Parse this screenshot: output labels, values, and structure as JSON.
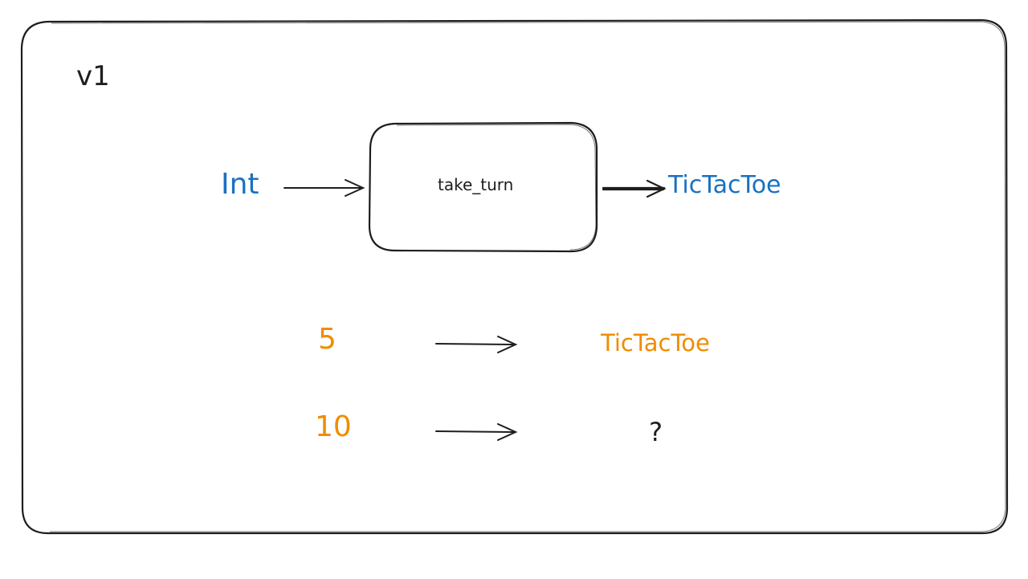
{
  "version_label": "v1",
  "function": {
    "name": "take_turn",
    "input_type": "Int",
    "output_type": "TicTacToe"
  },
  "examples": [
    {
      "input": "5",
      "output": "TicTacToe"
    },
    {
      "input": "10",
      "output": "?"
    }
  ],
  "colors": {
    "type": "#1971c2",
    "example": "#f08c00",
    "stroke": "#1e1e1e"
  }
}
